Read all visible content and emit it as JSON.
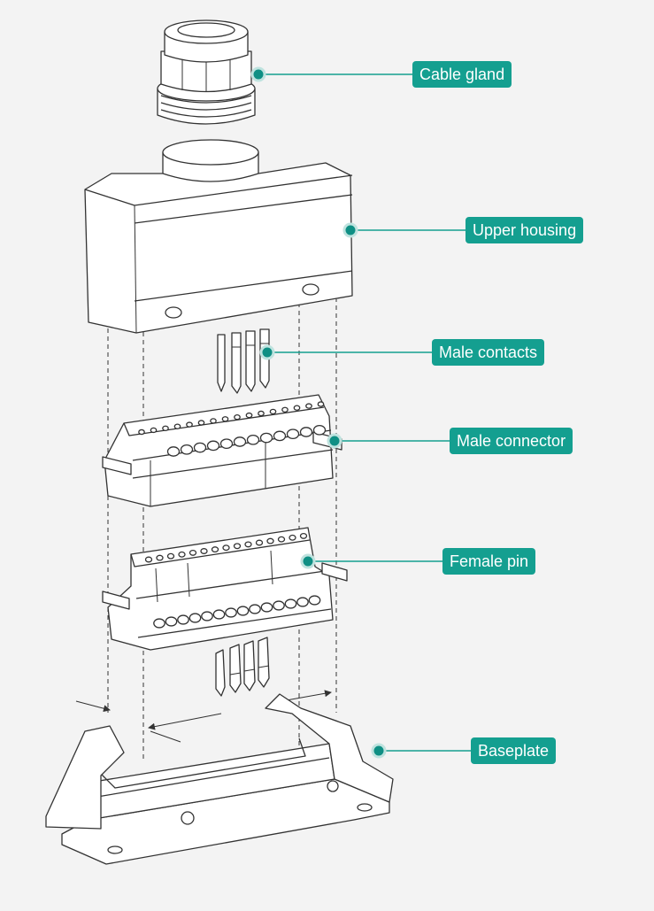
{
  "colors": {
    "accent": "#149f90",
    "dot": "#0f8f84",
    "line": "#333333",
    "background": "#f3f3f3"
  },
  "callouts": [
    {
      "key": "cable_gland",
      "text": "Cable gland"
    },
    {
      "key": "upper_housing",
      "text": "Upper housing"
    },
    {
      "key": "male_contacts",
      "text": "Male contacts"
    },
    {
      "key": "male_connector",
      "text": "Male connector"
    },
    {
      "key": "female_pin",
      "text": "Female pin"
    },
    {
      "key": "baseplate",
      "text": "Baseplate"
    }
  ]
}
